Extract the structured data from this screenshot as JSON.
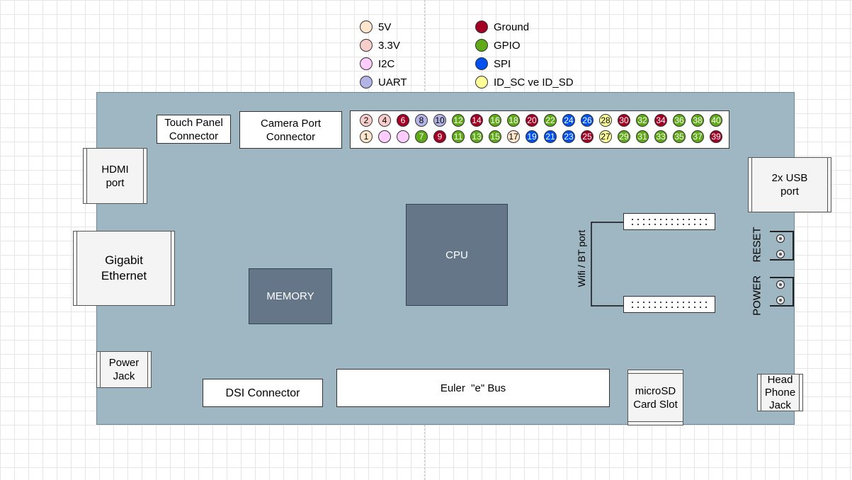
{
  "legend": [
    {
      "label": "5V",
      "color": "#ffe6cc"
    },
    {
      "label": "3.3V",
      "color": "#f8cecc"
    },
    {
      "label": "I2C",
      "color": "#ffccff"
    },
    {
      "label": "UART",
      "color": "#b3b3e6"
    },
    {
      "label": "Ground",
      "color": "#a20025"
    },
    {
      "label": "GPIO",
      "color": "#60a917"
    },
    {
      "label": "SPI",
      "color": "#0050ef"
    },
    {
      "label": "ID_SC ve ID_SD",
      "color": "#ffff99"
    }
  ],
  "gpio_header": {
    "top_row": [
      {
        "n": "2",
        "type": "3.3V"
      },
      {
        "n": "4",
        "type": "3.3V"
      },
      {
        "n": "6",
        "type": "Ground"
      },
      {
        "n": "8",
        "type": "UART"
      },
      {
        "n": "10",
        "type": "UART"
      },
      {
        "n": "12",
        "type": "GPIO"
      },
      {
        "n": "14",
        "type": "Ground"
      },
      {
        "n": "16",
        "type": "GPIO"
      },
      {
        "n": "18",
        "type": "GPIO"
      },
      {
        "n": "20",
        "type": "Ground"
      },
      {
        "n": "22",
        "type": "GPIO"
      },
      {
        "n": "24",
        "type": "SPI"
      },
      {
        "n": "26",
        "type": "SPI"
      },
      {
        "n": "28",
        "type": "ID_SC ve ID_SD"
      },
      {
        "n": "30",
        "type": "Ground"
      },
      {
        "n": "32",
        "type": "GPIO"
      },
      {
        "n": "34",
        "type": "Ground"
      },
      {
        "n": "36",
        "type": "GPIO"
      },
      {
        "n": "38",
        "type": "GPIO"
      },
      {
        "n": "40",
        "type": "GPIO"
      }
    ],
    "bottom_row": [
      {
        "n": "1",
        "type": "5V"
      },
      {
        "n": "",
        "type": "I2C"
      },
      {
        "n": "",
        "type": "I2C"
      },
      {
        "n": "7",
        "type": "GPIO"
      },
      {
        "n": "9",
        "type": "Ground"
      },
      {
        "n": "11",
        "type": "GPIO"
      },
      {
        "n": "13",
        "type": "GPIO"
      },
      {
        "n": "15",
        "type": "GPIO"
      },
      {
        "n": "17",
        "type": "5V"
      },
      {
        "n": "19",
        "type": "SPI"
      },
      {
        "n": "21",
        "type": "SPI"
      },
      {
        "n": "23",
        "type": "SPI"
      },
      {
        "n": "25",
        "type": "Ground"
      },
      {
        "n": "27",
        "type": "ID_SC ve ID_SD"
      },
      {
        "n": "29",
        "type": "GPIO"
      },
      {
        "n": "31",
        "type": "GPIO"
      },
      {
        "n": "33",
        "type": "GPIO"
      },
      {
        "n": "35",
        "type": "GPIO"
      },
      {
        "n": "37",
        "type": "GPIO"
      },
      {
        "n": "39",
        "type": "Ground"
      }
    ]
  },
  "components": {
    "touch_panel": "Touch Panel Connector",
    "camera_port": "Camera Port Connector",
    "hdmi": "HDMI port",
    "ethernet": "Gigabit Ethernet",
    "memory": "MEMORY",
    "cpu": "CPU",
    "power_jack": "Power Jack",
    "dsi": "DSI Connector",
    "euler_bus": "Euler  \"e\" Bus",
    "microsd": "microSD Card Slot",
    "usb": "2x  USB port",
    "wifi_bt": "Wifi / BT port",
    "reset": "RESET",
    "power": "POWER",
    "headphone": "Head Phone Jack"
  }
}
